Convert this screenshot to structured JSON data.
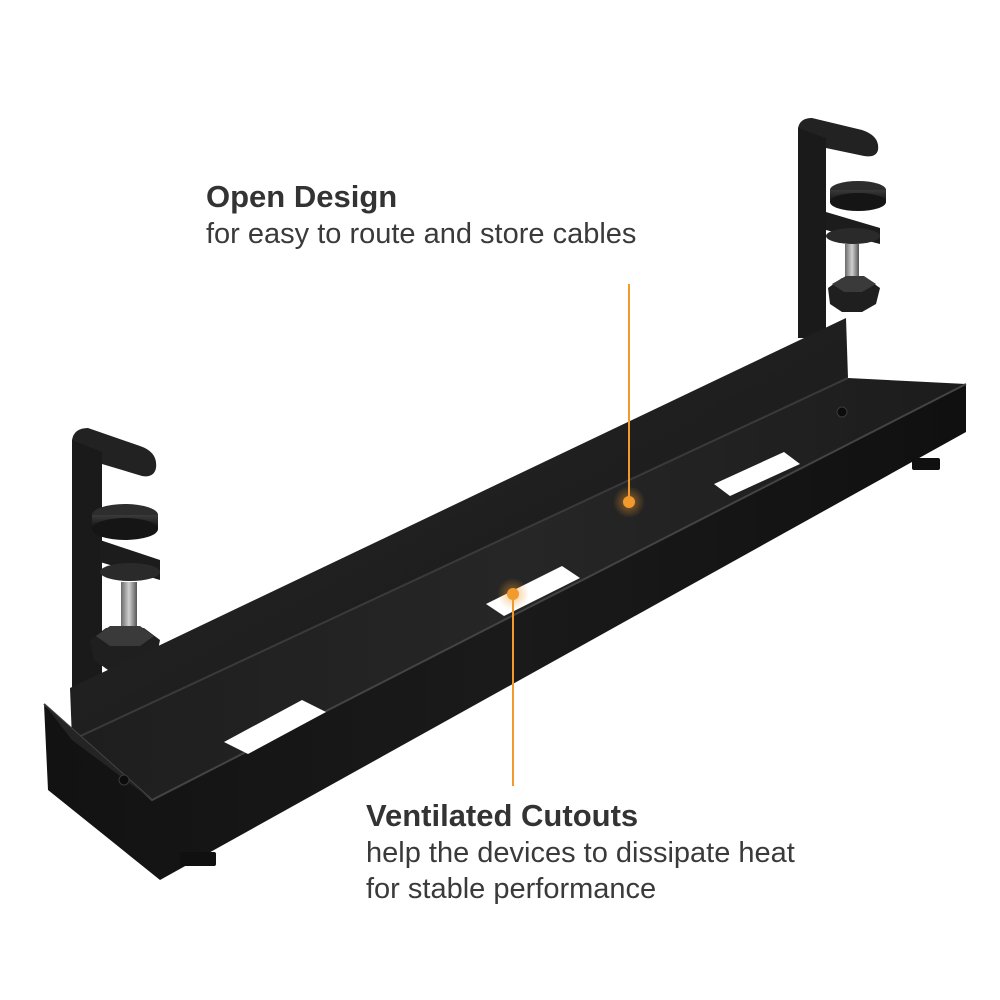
{
  "callouts": {
    "open_design": {
      "heading": "Open Design",
      "description": "for easy to route and store cables"
    },
    "ventilated_cutouts": {
      "heading": "Ventilated Cutouts",
      "line1": "help the devices to dissipate heat",
      "line2": "for stable performance"
    }
  },
  "colors": {
    "accent": "#f39a2c",
    "metal": "#1b1b1b",
    "text": "#333333",
    "background": "#ffffff"
  },
  "product_icon": "under-desk-cable-tray"
}
